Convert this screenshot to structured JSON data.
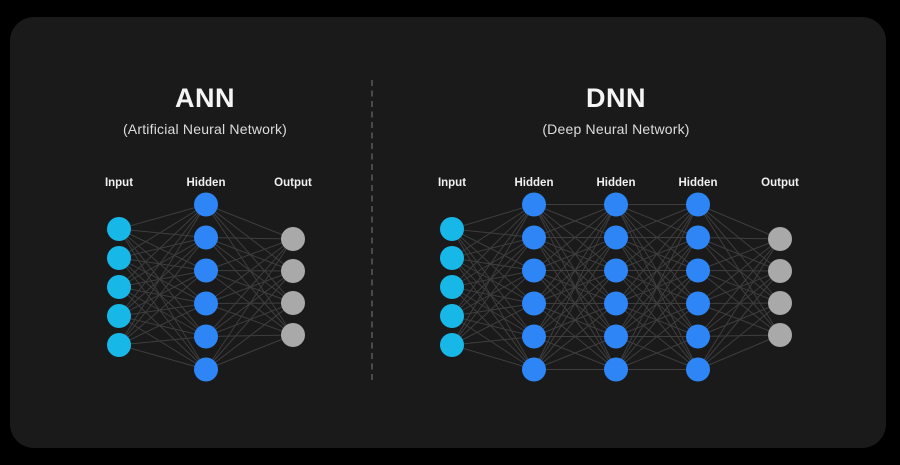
{
  "scene": {
    "outer_background": "#000000",
    "panel_background": "#1a1a1a"
  },
  "colors": {
    "input_node": "#17b8e8",
    "hidden_node": "#2e86f6",
    "output_node": "#a9a9a9",
    "edge": "#3e3e3e",
    "divider": "#565656",
    "title_text": "#f5f5f5",
    "subtitle_text": "#dcdcdc",
    "label_text": "#f0f0f0"
  },
  "diagrams": [
    {
      "id": "ann",
      "title": "ANN",
      "subtitle": "(Artificial Neural Network)",
      "layers": [
        {
          "label": "Input",
          "nodes": 5,
          "role": "input"
        },
        {
          "label": "Hidden",
          "nodes": 6,
          "role": "hidden"
        },
        {
          "label": "Output",
          "nodes": 4,
          "role": "output"
        }
      ]
    },
    {
      "id": "dnn",
      "title": "DNN",
      "subtitle": "(Deep Neural Network)",
      "layers": [
        {
          "label": "Input",
          "nodes": 5,
          "role": "input"
        },
        {
          "label": "Hidden",
          "nodes": 6,
          "role": "hidden"
        },
        {
          "label": "Hidden",
          "nodes": 6,
          "role": "hidden"
        },
        {
          "label": "Hidden",
          "nodes": 6,
          "role": "hidden"
        },
        {
          "label": "Output",
          "nodes": 4,
          "role": "output"
        }
      ]
    }
  ]
}
